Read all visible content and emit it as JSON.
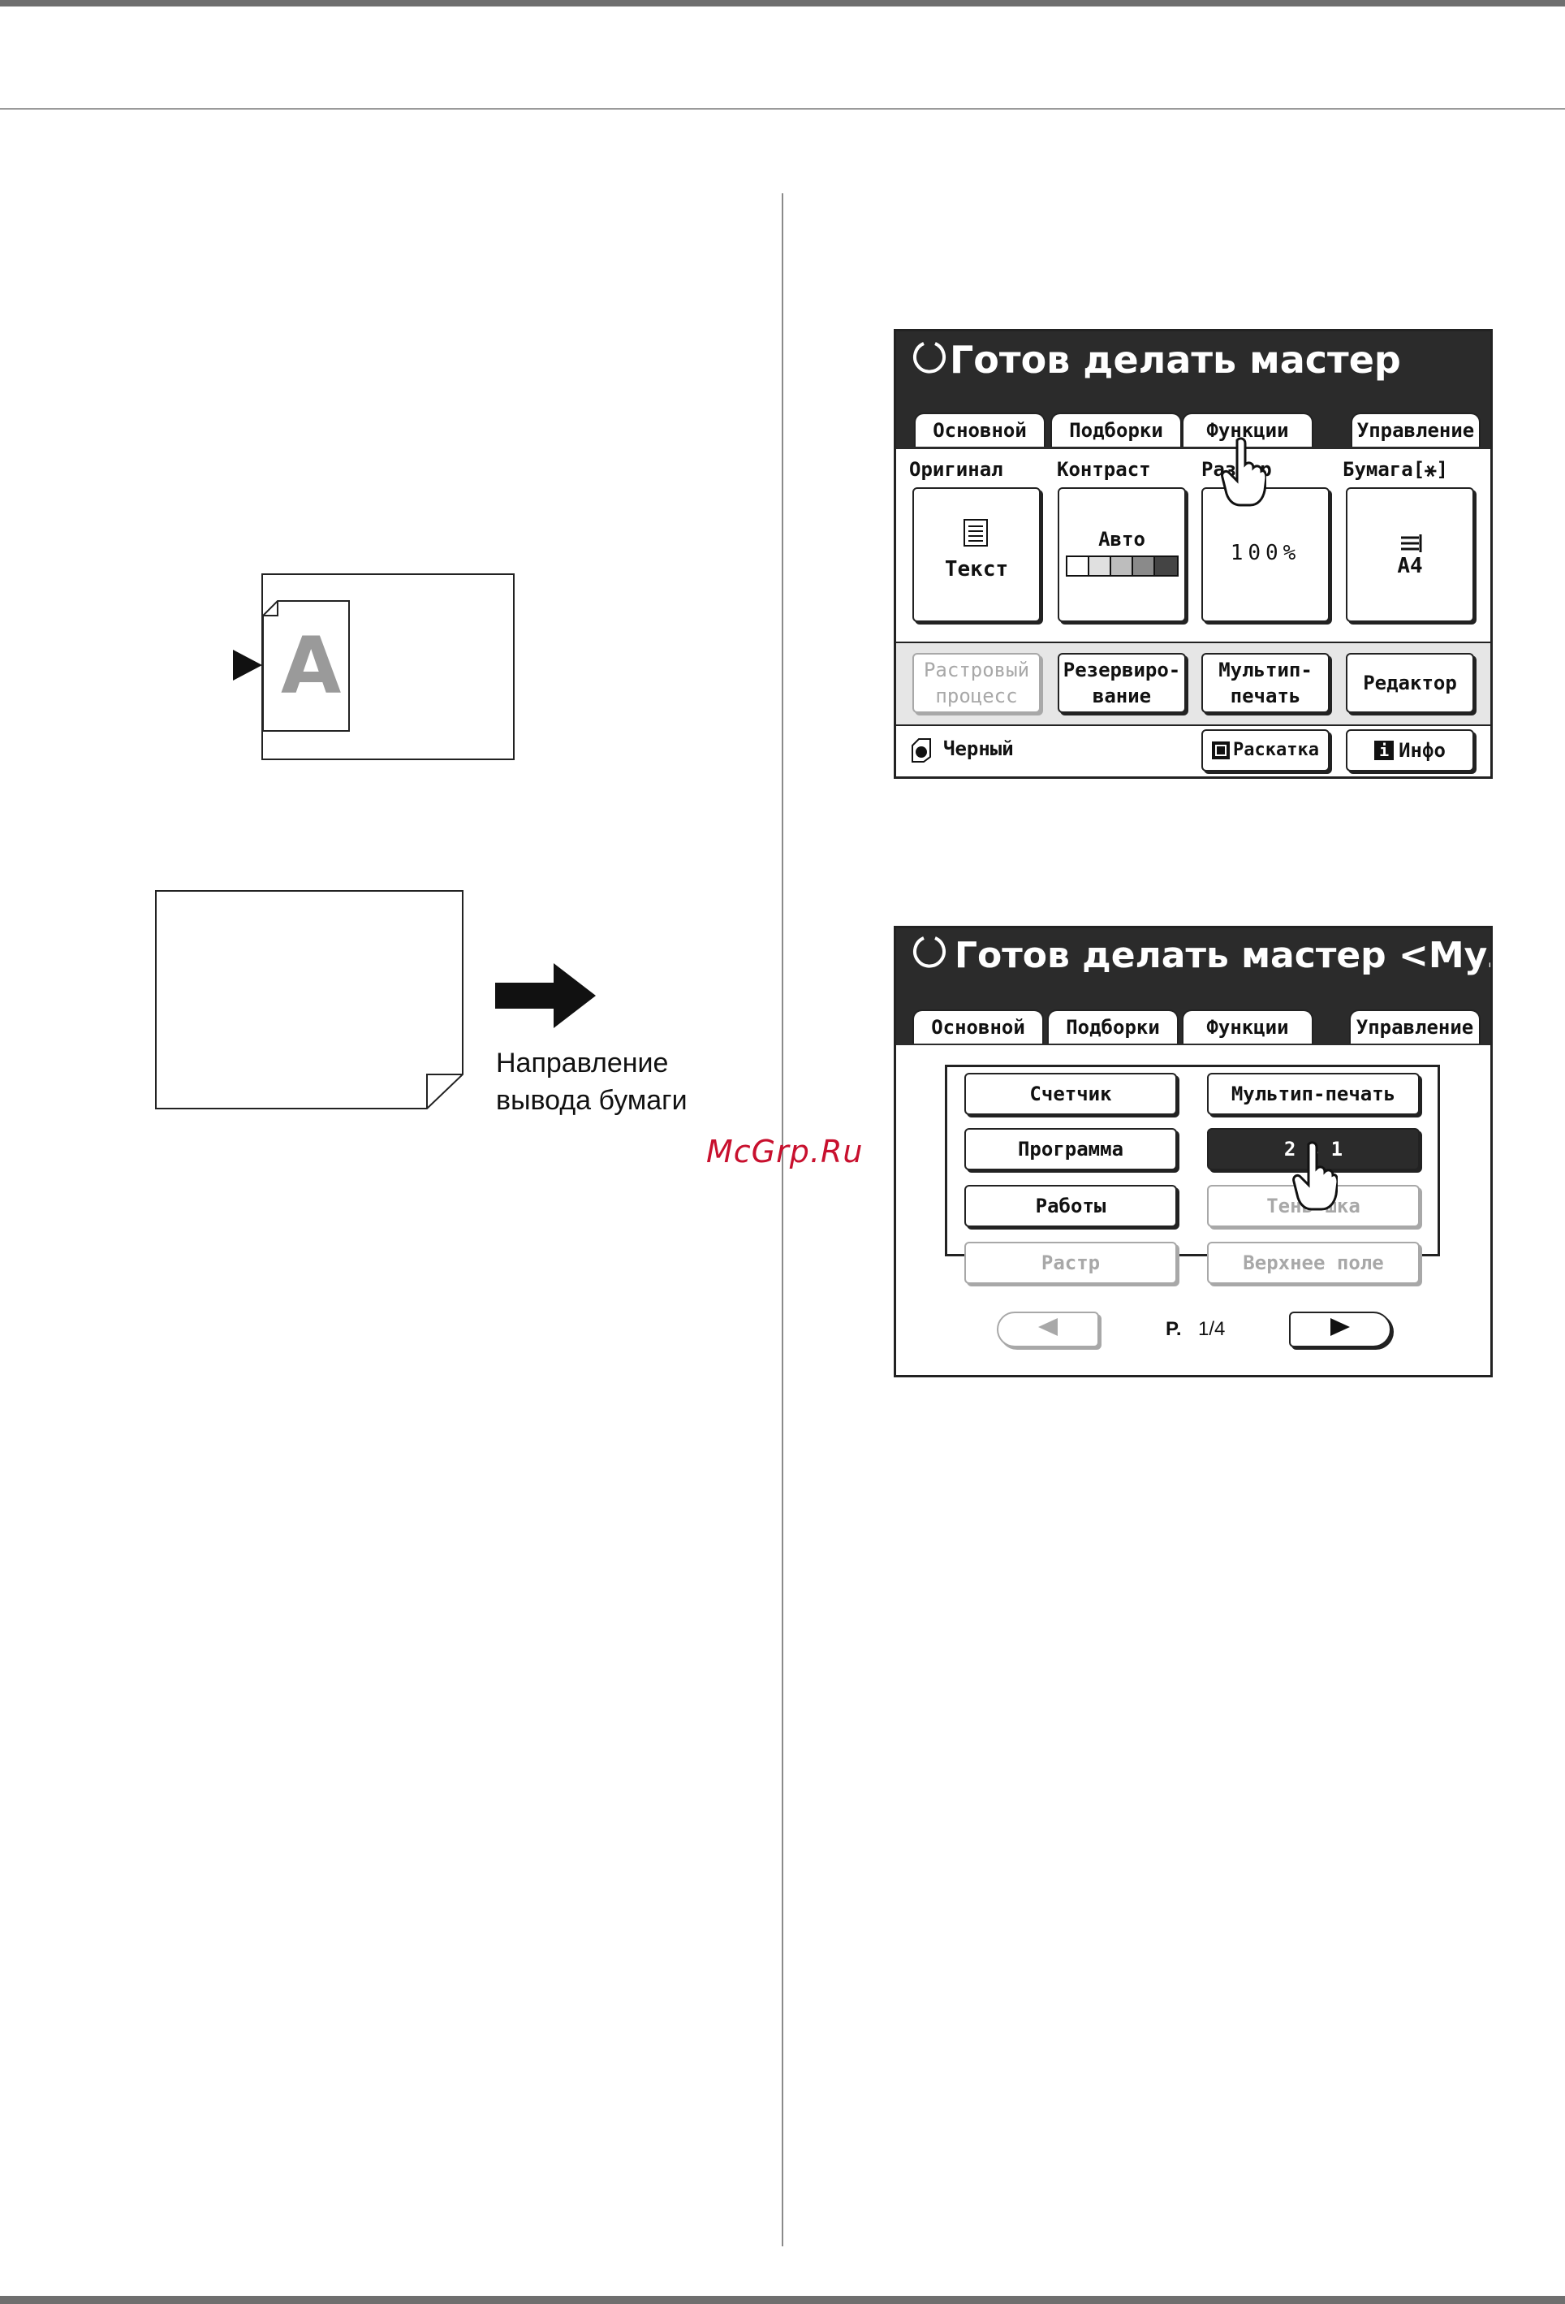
{
  "watermark": "McGrp.Ru",
  "left": {
    "sheet_letter": "A",
    "output_caption_line1": "Направление",
    "output_caption_line2": "вывода бумаги"
  },
  "panel1": {
    "title": "Готов делать мастер",
    "tabs": [
      "Основной",
      "Подборки",
      "Функции",
      "Управление"
    ],
    "labels": {
      "original": "Оригинал",
      "contrast": "Контраст",
      "size": "Разм.р",
      "paper": "Бумага[⚹]"
    },
    "buttons": {
      "original_value": "Текст",
      "contrast_value": "Авто",
      "size_value": "100%",
      "paper_value": "A4",
      "raster": "Растровый процесс",
      "reserve": "Резервиро- вание",
      "multi": "Мультип- печать",
      "editor": "Редактор",
      "ink": "Черный",
      "layout": "Раскатка",
      "info": "Инфо"
    }
  },
  "panel2": {
    "title": "Готов делать мастер <Мультип>",
    "tabs": [
      "Основной",
      "Подборки",
      "Функции",
      "Управление"
    ],
    "buttons": {
      "counter": "Счетчик",
      "multi_print": "Мультип-печать",
      "program": "Программа",
      "two_in_one": "2 в 1",
      "jobs": "Работы",
      "shadow": "Тень  шка",
      "raster": "Растр",
      "top_margin": "Верхнее поле"
    },
    "pager_prefix": "P.",
    "pager_value": "1/4"
  },
  "colors": {
    "header_bg": "#2b2b2b",
    "watermark": "#c8102e",
    "disabled": "#a8a8a8"
  }
}
